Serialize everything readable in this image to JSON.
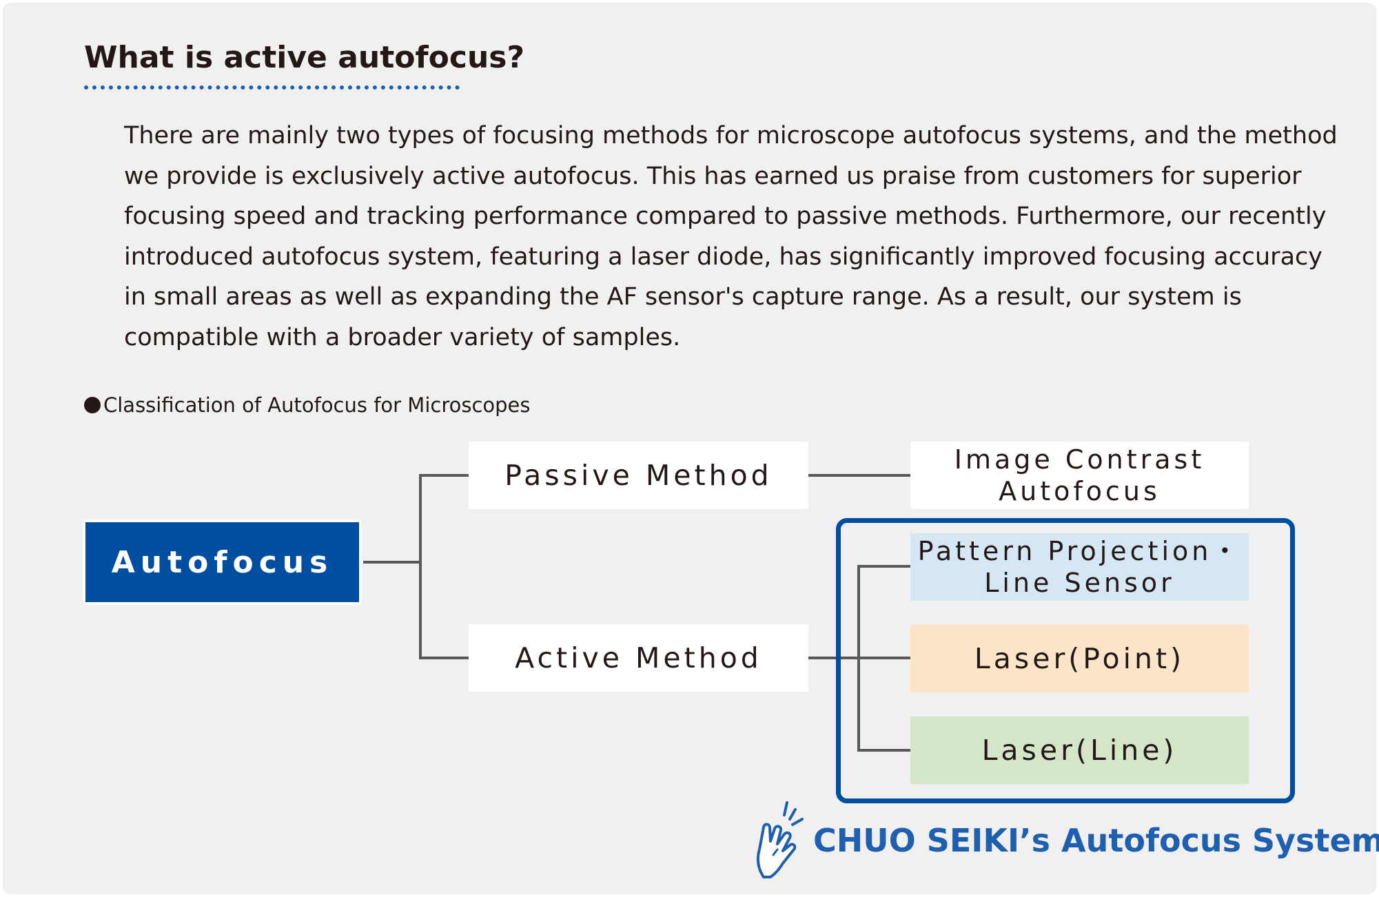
{
  "section": {
    "title": "What is active autofocus?",
    "paragraph_lines": [
      "There are mainly two types of focusing methods for microscope autofocus systems, and the method",
      "we provide is exclusively active autofocus. This has earned us praise from customers for superior",
      "focusing speed and tracking performance compared to passive methods. Furthermore, our recently",
      "introduced autofocus system, featuring a laser diode, has significantly improved focusing accuracy",
      "in small areas as well as expanding the AF sensor's capture range. As a result, our system is",
      "compatible with a broader variety of samples."
    ]
  },
  "diagram": {
    "heading": "Classification of Autofocus for Microscopes",
    "root": "Autofocus",
    "passive": "Passive Method",
    "active": "Active Method",
    "contrast": [
      "Image Contrast",
      "Autofocus"
    ],
    "pattern": [
      "Pattern Projection・",
      "Line Sensor"
    ],
    "laser_point": "Laser(Point)",
    "laser_line": "Laser(Line)",
    "footer_label": "CHUO SEIKI’s Autofocus System",
    "footer_icon": "pointing-hand-icon"
  },
  "colors": {
    "background": "#eff0ef",
    "accent_blue": "#004ea2",
    "title_rule": "#1e5fb0",
    "pattern_fill": "#d5e6f5",
    "point_fill": "#fbe4c8",
    "line_fill": "#d5e5c8",
    "connector": "#595757"
  }
}
